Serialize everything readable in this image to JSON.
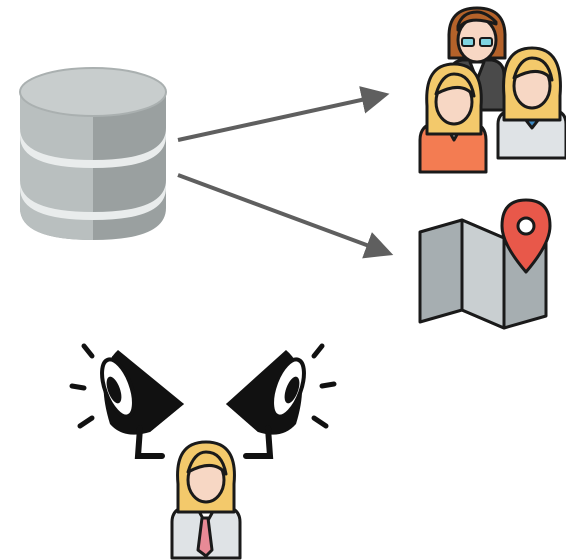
{
  "diagram": {
    "nodes": [
      {
        "id": "database",
        "icon": "database-icon"
      },
      {
        "id": "people-group",
        "icon": "people-group-icon"
      },
      {
        "id": "map-location",
        "icon": "map-pin-icon"
      },
      {
        "id": "broadcaster",
        "icon": "person-with-megaphones-icon"
      }
    ],
    "edges": [
      {
        "from": "database",
        "to": "people-group"
      },
      {
        "from": "database",
        "to": "map-location"
      }
    ],
    "colors": {
      "arrow": "#5f5f5f",
      "db_light": "#b9bfbf",
      "db_dark": "#9aa0a0",
      "db_stripe": "#e9ecec",
      "skin": "#f7d7c4",
      "hair_blonde": "#f3c96b",
      "hair_brown": "#b4622a",
      "shirt_orange": "#f37c52",
      "shirt_gray": "#b8bec3",
      "collar_blue": "#3b8ac4",
      "map_gray": "#a6aeb1",
      "pin_red": "#e8584a",
      "outline": "#1a1a1a"
    }
  }
}
